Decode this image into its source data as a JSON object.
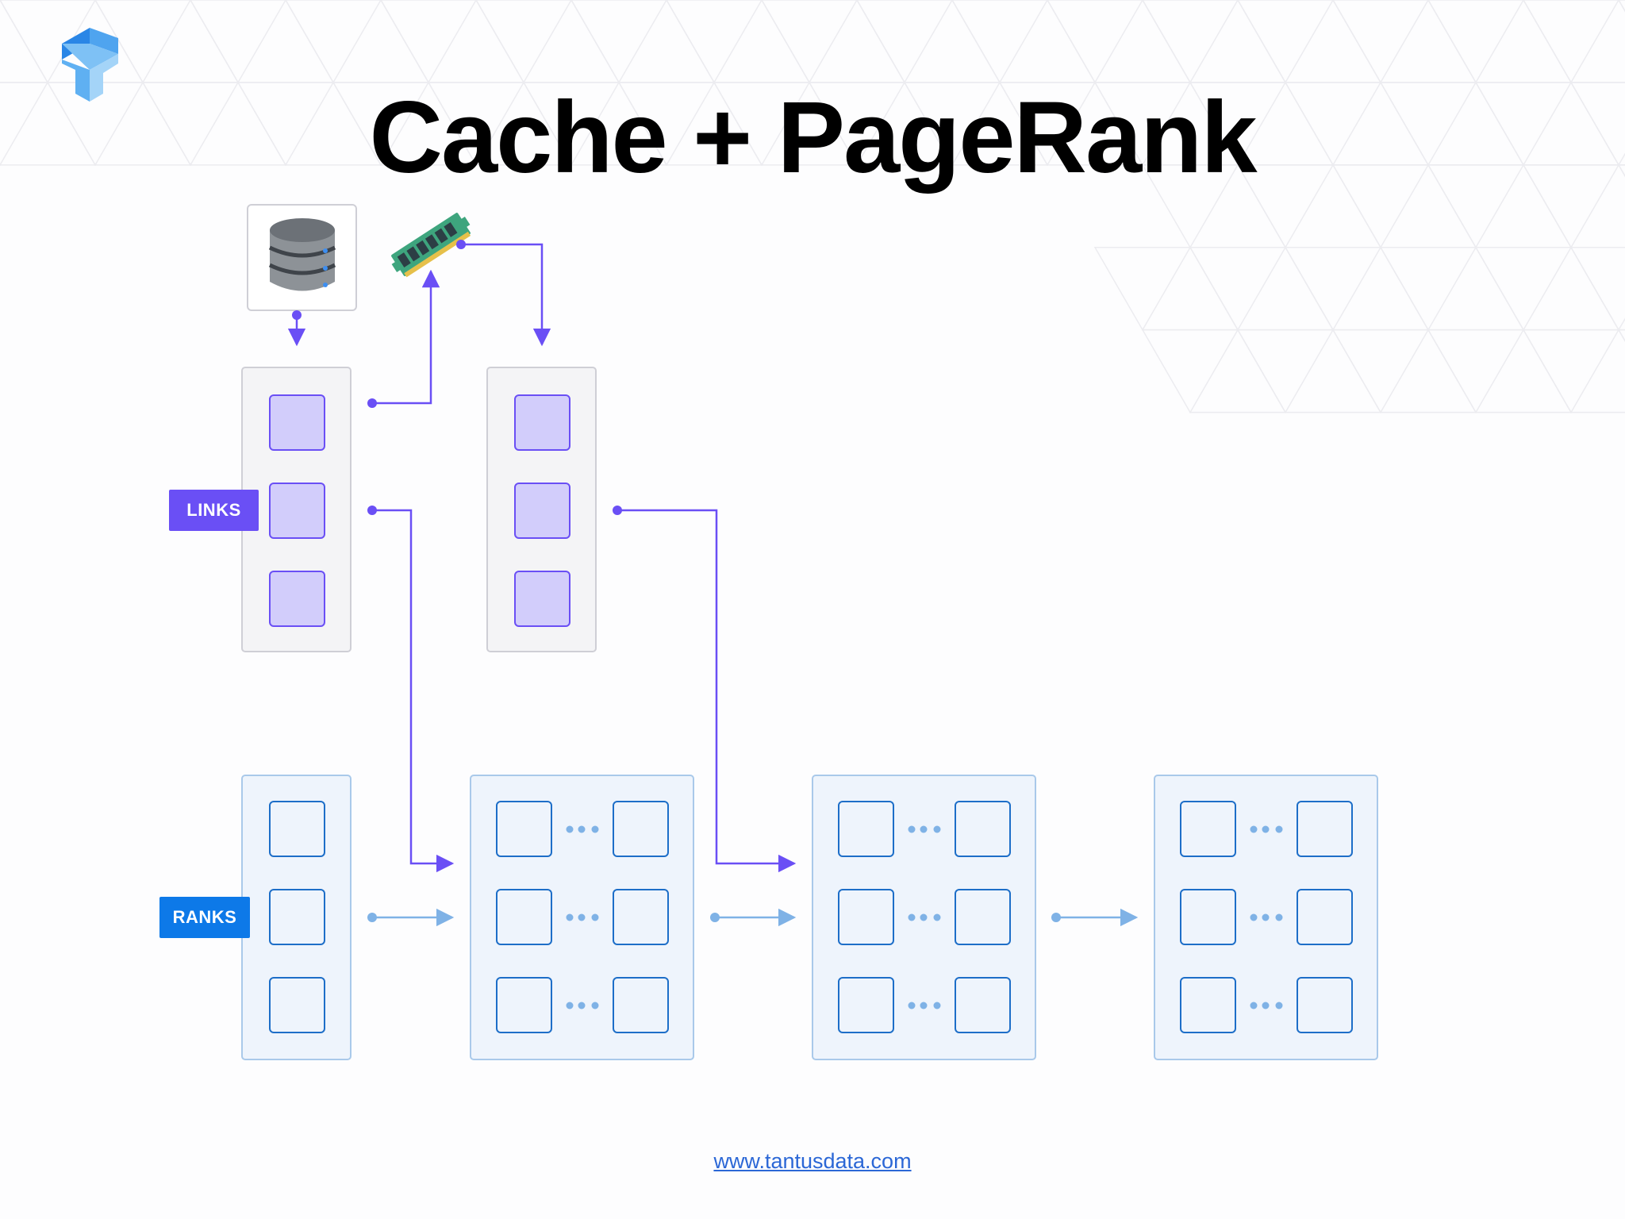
{
  "title": "Cache + PageRank",
  "labels": {
    "links": "LINKS",
    "ranks": "RANKS"
  },
  "footer": {
    "link_text": "www.tantusdata.com"
  },
  "icons": {
    "logo": "tantusdata-logo-icon",
    "database": "database-icon",
    "memory": "ram-memory-icon"
  },
  "colors": {
    "links_accent": "#6a4ff5",
    "ranks_accent": "#0d79e8",
    "links_box_fill": "#d2cdfb",
    "ranks_line": "#1d6ec8",
    "ranks_arrow": "#7fb2e6",
    "footer_link": "#2b67d6"
  }
}
